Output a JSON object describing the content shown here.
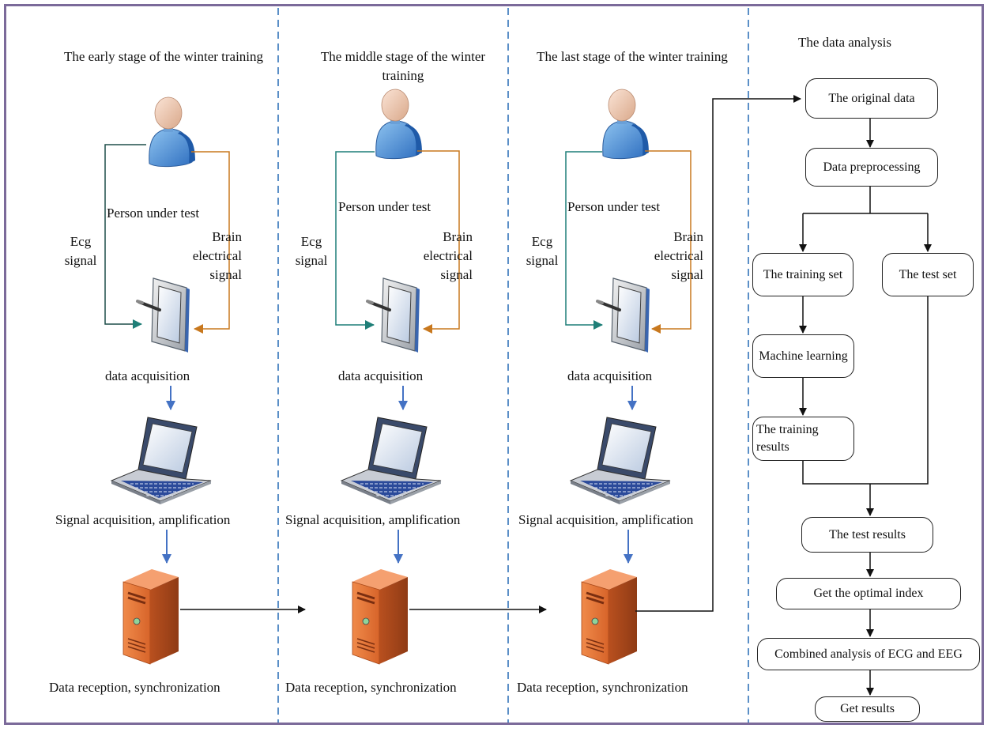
{
  "stages": [
    {
      "title": "The early stage of the winter training",
      "person_label": "Person under test",
      "ecg_label": "Ecg signal",
      "brain_label": "Brain electrical signal",
      "acq_label": "data acquisition",
      "amp_label": "Signal acquisition, amplification",
      "recv_label": "Data reception, synchronization"
    },
    {
      "title": "The middle stage of the winter training",
      "person_label": "Person under test",
      "ecg_label": "Ecg signal",
      "brain_label": "Brain electrical signal",
      "acq_label": "data acquisition",
      "amp_label": "Signal acquisition, amplification",
      "recv_label": "Data reception, synchronization"
    },
    {
      "title": "The last stage of the winter training",
      "person_label": "Person under test",
      "ecg_label": "Ecg signal",
      "brain_label": "Brain electrical signal",
      "acq_label": "data acquisition",
      "amp_label": "Signal acquisition, amplification",
      "recv_label": "Data reception, synchronization"
    }
  ],
  "analysis": {
    "title": "The data analysis",
    "original": "The original data",
    "preprocessing": "Data preprocessing",
    "training_set": "The training set",
    "test_set": "The test set",
    "ml": "Machine learning",
    "training_results": "The training results",
    "test_results": "The test results",
    "optimal": "Get the optimal index",
    "combined": "Combined analysis of ECG and EEG",
    "results": "Get results"
  },
  "colors": {
    "frame": "#7b6a9a",
    "divider": "#5b8fc7",
    "ecg_line": "#1f6f6a",
    "brain_line": "#c8781e",
    "flow_arrow": "#4472c4",
    "server": "#e07b39"
  }
}
